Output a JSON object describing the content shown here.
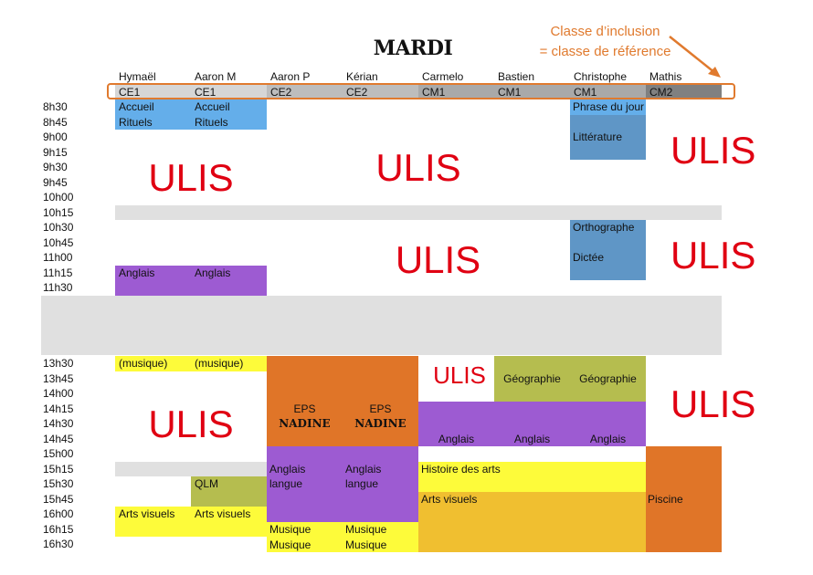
{
  "title": "MARDI",
  "annotation": {
    "line1": "Classe d’inclusion",
    "line2": "= classe de référence",
    "color": "#e07a2e",
    "arrow_icon": "arrow-down-right"
  },
  "students": [
    {
      "name": "Hymaël",
      "class": "CE1"
    },
    {
      "name": "Aaron M",
      "class": "CE1"
    },
    {
      "name": "Aaron P",
      "class": "CE2"
    },
    {
      "name": "Kérian",
      "class": "CE2"
    },
    {
      "name": "Carmelo",
      "class": "CM1"
    },
    {
      "name": "Bastien",
      "class": "CM1"
    },
    {
      "name": "Christophe",
      "class": "CM1"
    },
    {
      "name": "Mathis",
      "class": "CM2"
    }
  ],
  "morning_times": [
    "8h30",
    "8h45",
    "9h00",
    "9h15",
    "9h30",
    "9h45",
    "10h00",
    "10h15",
    "10h30",
    "10h45",
    "11h00",
    "11h15",
    "11h30"
  ],
  "afternoon_times": [
    "13h30",
    "13h45",
    "14h00",
    "14h15",
    "14h30",
    "14h45",
    "15h00",
    "15h15",
    "15h30",
    "15h45",
    "16h00",
    "16h15",
    "16h30"
  ],
  "activities": {
    "accueil": "Accueil",
    "rituels": "Rituels",
    "phrase": "Phrase du jour",
    "litterature": "Littérature",
    "orthographe": "Orthographe",
    "dictee": "Dictée",
    "anglais": "Anglais",
    "ulis": "ULIS",
    "musique_paren": "(musique)",
    "eps": "EPS",
    "nadine": "NADINE",
    "geographie": "Géographie",
    "langue": "langue",
    "histoire_arts": "Histoire des arts",
    "arts_visuels": "Arts visuels",
    "qlm": "QLM",
    "musique": "Musique",
    "piscine": "Piscine"
  },
  "colors": {
    "ulis": "#e00012",
    "accueil": "#64aeea",
    "francais": "#5f96c6",
    "anglais": "#9d5bd2",
    "eps": "#e07528",
    "musique": "#fdfb3a",
    "geographie": "#b5bd4f",
    "arts_visuels": "#f0bf30",
    "pause": "#e0e0e0"
  }
}
